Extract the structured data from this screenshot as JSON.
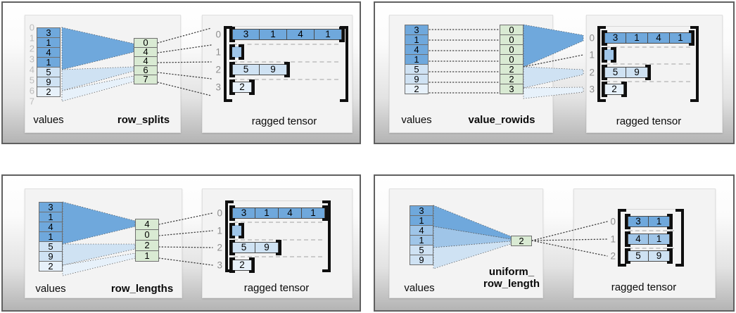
{
  "palette": {
    "blue_dark": "#6fa8dc",
    "blue_mid": "#9fc5e8",
    "blue_light": "#cfe2f3",
    "blue_faint": "#e7f1fa",
    "green": "#d9ead3",
    "box_border": "#606060",
    "box_gradient_end": "#b4b4b4",
    "panel_bg": "#f3f3f3",
    "bracket": "#0f0f0f",
    "index_gray": "#bdbdbd",
    "row_index_gray": "#8e8e8e"
  },
  "quadrants": {
    "q1": {
      "values_label": "values",
      "indexer_label": "row_splits",
      "tensor_label": "ragged tensor",
      "values": [
        "3",
        "1",
        "4",
        "1",
        "5",
        "9",
        "2"
      ],
      "value_indices": [
        "0",
        "1",
        "2",
        "3",
        "4",
        "5",
        "6",
        "7"
      ],
      "indexer": [
        "0",
        "4",
        "4",
        "6",
        "7"
      ],
      "row_indices": [
        "0",
        "1",
        "2",
        "3"
      ],
      "rows": {
        "r0": [
          "3",
          "1",
          "4",
          "1"
        ],
        "r2": [
          "5",
          "9"
        ],
        "r3": [
          "2"
        ]
      }
    },
    "q2": {
      "values_label": "values",
      "indexer_label": "value_rowids",
      "tensor_label": "ragged tensor",
      "values": [
        "3",
        "1",
        "4",
        "1",
        "5",
        "9",
        "2"
      ],
      "indexer": [
        "0",
        "0",
        "0",
        "0",
        "2",
        "2",
        "3"
      ],
      "row_indices": [
        "0",
        "1",
        "2",
        "3"
      ],
      "rows": {
        "r0": [
          "3",
          "1",
          "4",
          "1"
        ],
        "r2": [
          "5",
          "9"
        ],
        "r3": [
          "2"
        ]
      }
    },
    "q3": {
      "values_label": "values",
      "indexer_label": "row_lengths",
      "tensor_label": "ragged tensor",
      "values": [
        "3",
        "1",
        "4",
        "1",
        "5",
        "9",
        "2"
      ],
      "indexer": [
        "4",
        "0",
        "2",
        "1"
      ],
      "row_indices": [
        "0",
        "1",
        "2",
        "3"
      ],
      "rows": {
        "r0": [
          "3",
          "1",
          "4",
          "1"
        ],
        "r2": [
          "5",
          "9"
        ],
        "r3": [
          "2"
        ]
      }
    },
    "q4": {
      "values_label": "values",
      "indexer_label_line1": "uniform_",
      "indexer_label_line2": "row_length",
      "tensor_label": "ragged tensor",
      "values": [
        "3",
        "1",
        "4",
        "1",
        "5",
        "9"
      ],
      "indexer": [
        "2"
      ],
      "row_indices": [
        "0",
        "1",
        "2"
      ],
      "rows": {
        "r0": [
          "3",
          "1"
        ],
        "r1": [
          "4",
          "1"
        ],
        "r2": [
          "5",
          "9"
        ]
      }
    }
  }
}
